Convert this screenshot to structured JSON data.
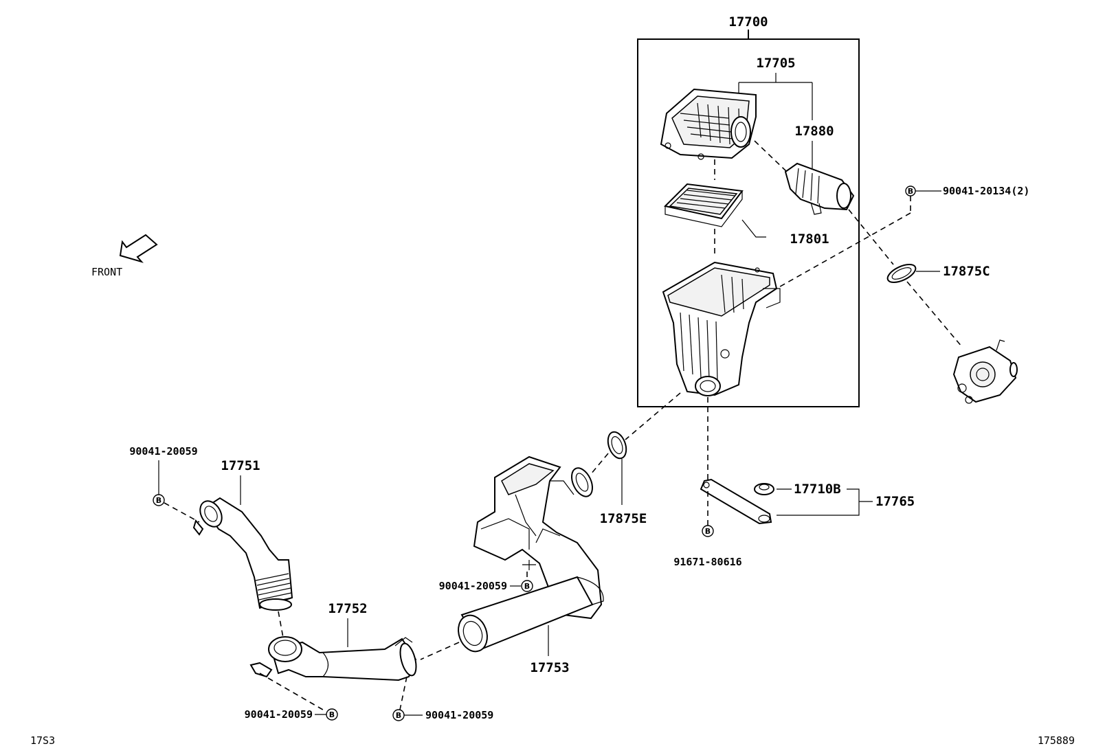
{
  "diagram": {
    "direction_label": "FRONT",
    "page_code": "17S3",
    "figure_number": "175889",
    "bolt_symbol": "B",
    "parts": {
      "p17700": "17700",
      "p17705": "17705",
      "p17880": "17880",
      "p17801": "17801",
      "p17875C": "17875C",
      "p17875E": "17875E",
      "p17751": "17751",
      "p17752": "17752",
      "p17753": "17753",
      "p17710B": "17710B",
      "p17765": "17765"
    },
    "fasteners": {
      "f_top_right": "90041-20134(2)",
      "f_left_top": "90041-20059",
      "f_mid": "90041-20059",
      "f_bottom_left": "90041-20059",
      "f_bottom_right": "90041-20059",
      "f_bracket": "91671-80616"
    }
  }
}
